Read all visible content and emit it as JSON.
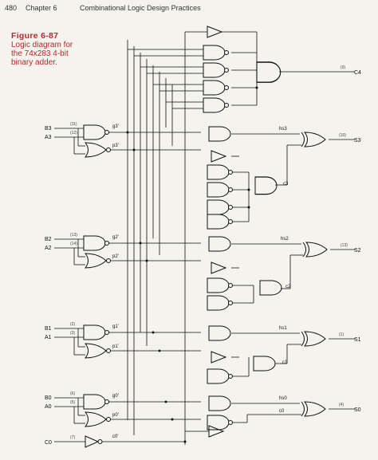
{
  "header": {
    "page_number": "480",
    "chapter": "Chapter 6",
    "section": "Combinational Logic Design Practices"
  },
  "figure": {
    "number": "Figure 6-87",
    "caption_line1": "Logic diagram for",
    "caption_line2": "the 74x283 4-bit",
    "caption_line3": "binary adder."
  },
  "inputs": {
    "B3": "B3",
    "A3": "A3",
    "B3_pin": "(11)",
    "A3_pin": "(12)",
    "B2": "B2",
    "A2": "A2",
    "B2_pin": "(13)",
    "A2_pin": "(14)",
    "B1": "B1",
    "A1": "A1",
    "B1_pin": "(2)",
    "A1_pin": "(3)",
    "B0": "B0",
    "A0": "A0",
    "B0_pin": "(6)",
    "A0_pin": "(5)",
    "C0": "C0",
    "C0_pin": "(7)"
  },
  "outputs": {
    "C4": "C4",
    "C4_pin": "(9)",
    "S3": "S3",
    "S3_pin": "(10)",
    "S2": "S2",
    "S2_pin": "(13)",
    "S1": "S1",
    "S1_pin": "(1)",
    "S0": "S0",
    "S0_pin": "(4)"
  },
  "internal_signals": {
    "g3": "g3'",
    "p3": "p3'",
    "g2": "g2'",
    "p2": "p2'",
    "g1": "g1'",
    "p1": "p1'",
    "g0": "g0'",
    "p0": "p0'",
    "c0": "c0'",
    "hs3": "hs3",
    "hs2": "hs2",
    "hs1": "hs1",
    "hs0": "hs0",
    "c3": "c3",
    "c2": "c2",
    "c1": "c1",
    "c0_internal": "c0"
  },
  "colors": {
    "caption": "#b8262b",
    "ink": "#111111",
    "paper": "#f4f3ee"
  }
}
